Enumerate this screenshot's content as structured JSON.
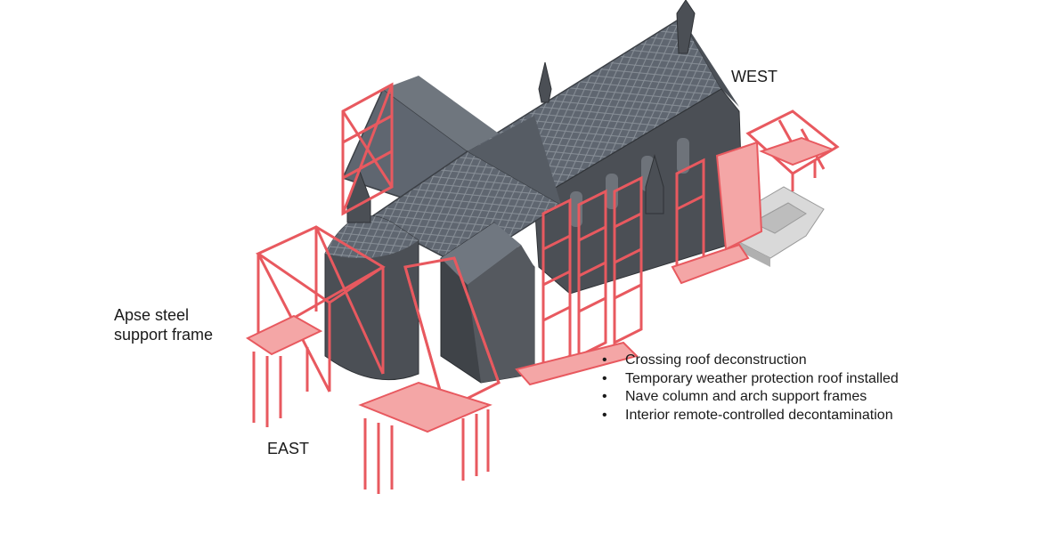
{
  "labels": {
    "west": "WEST",
    "east": "EAST",
    "apse": "Apse steel support frame"
  },
  "notes": [
    "Crossing roof deconstruction",
    "Temporary weather protection roof installed",
    "Nave column and arch support frames",
    "Interior remote-controlled decontamination"
  ],
  "colors": {
    "steel_frame": "#e8595f",
    "steel_fill": "#f4a6a6",
    "roof": "#5f6670",
    "roof_pattern": "#8a9199",
    "stone_wall": "#4b4f55",
    "concrete": "#d9d9d9"
  }
}
